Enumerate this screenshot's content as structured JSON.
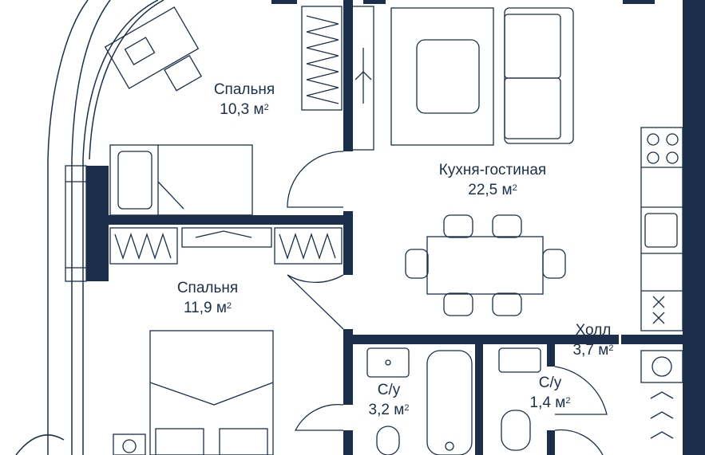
{
  "colors": {
    "wall": "#1b2f4d",
    "line": "#1b2f4d",
    "background": "#ffffff"
  },
  "rooms": [
    {
      "name": "Спальня",
      "area": "10,3 м",
      "unit_sup": "2"
    },
    {
      "name": "Кухня-гостиная",
      "area": "22,5 м",
      "unit_sup": "2"
    },
    {
      "name": "Спальня",
      "area": "11,9 м",
      "unit_sup": "2"
    },
    {
      "name": "Холл",
      "area": "3,7 м",
      "unit_sup": "2"
    },
    {
      "name": "С/у",
      "area": "3,2 м",
      "unit_sup": "2"
    },
    {
      "name": "С/у",
      "area": "1,4 м",
      "unit_sup": "2"
    }
  ]
}
